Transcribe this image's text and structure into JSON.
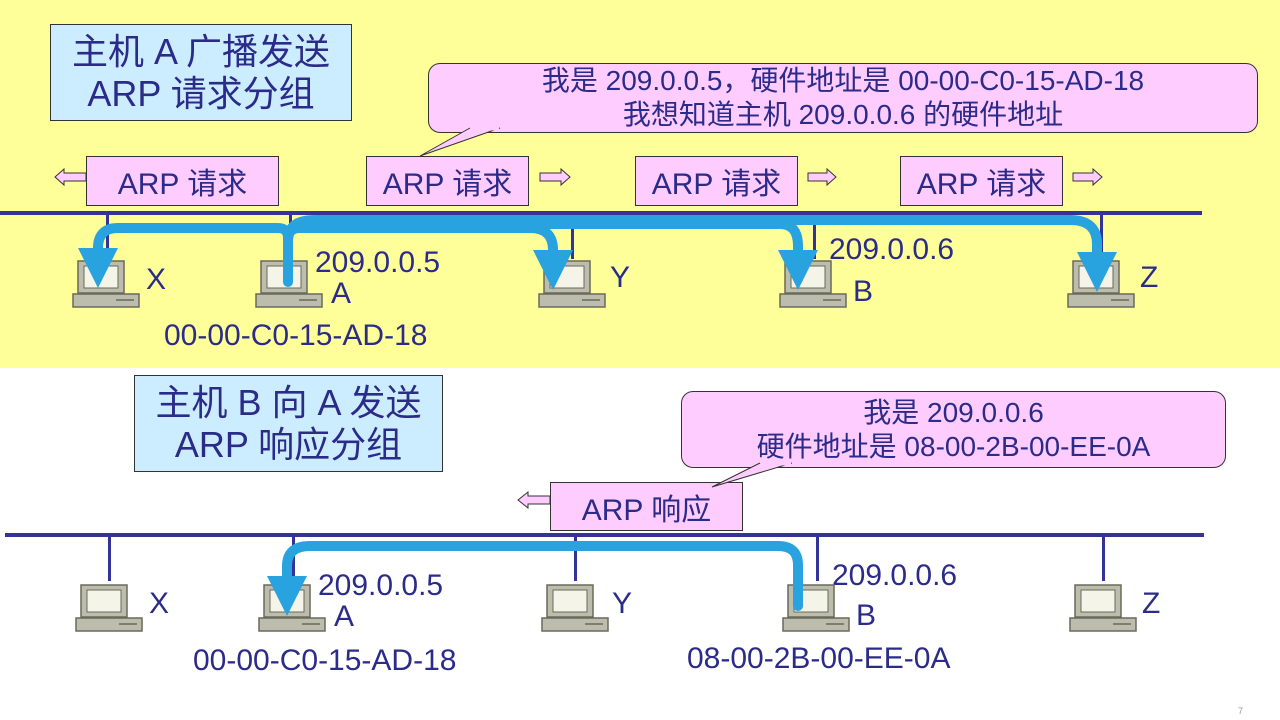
{
  "top": {
    "title_line1": "主机 A 广播发送",
    "title_line2": "ARP 请求分组",
    "callout_line1": "我是 209.0.0.5，硬件地址是 00-00-C0-15-AD-18",
    "callout_line2": "我想知道主机 209.0.0.6 的硬件地址",
    "packets": [
      "ARP 请求",
      "ARP 请求",
      "ARP 请求",
      "ARP 请求"
    ],
    "hosts": {
      "x": "X",
      "a": "A",
      "y": "Y",
      "b": "B",
      "z": "Z"
    },
    "ip_a": "209.0.0.5",
    "ip_b": "209.0.0.6",
    "mac_a": "00-00-C0-15-AD-18"
  },
  "bottom": {
    "title_line1": "主机 B 向 A 发送",
    "title_line2": "ARP 响应分组",
    "callout_line1": "我是 209.0.0.6",
    "callout_line2": "硬件地址是 08-00-2B-00-EE-0A",
    "packet": "ARP 响应",
    "hosts": {
      "x": "X",
      "a": "A",
      "y": "Y",
      "b": "B",
      "z": "Z"
    },
    "ip_a": "209.0.0.5",
    "ip_b": "209.0.0.6",
    "mac_a": "00-00-C0-15-AD-18",
    "mac_b": "08-00-2B-00-EE-0A"
  },
  "page_number": "7",
  "colors": {
    "top_background": "#ffff99",
    "title_fill": "#ccecff",
    "callout_fill": "#ffccff",
    "flow_arrow": "#29a3e0",
    "network_line": "#333399",
    "text": "#2b2b8a"
  },
  "icons": [
    "computer-icon",
    "left-arrow-icon",
    "right-arrow-icon",
    "flow-arrow-icon"
  ]
}
